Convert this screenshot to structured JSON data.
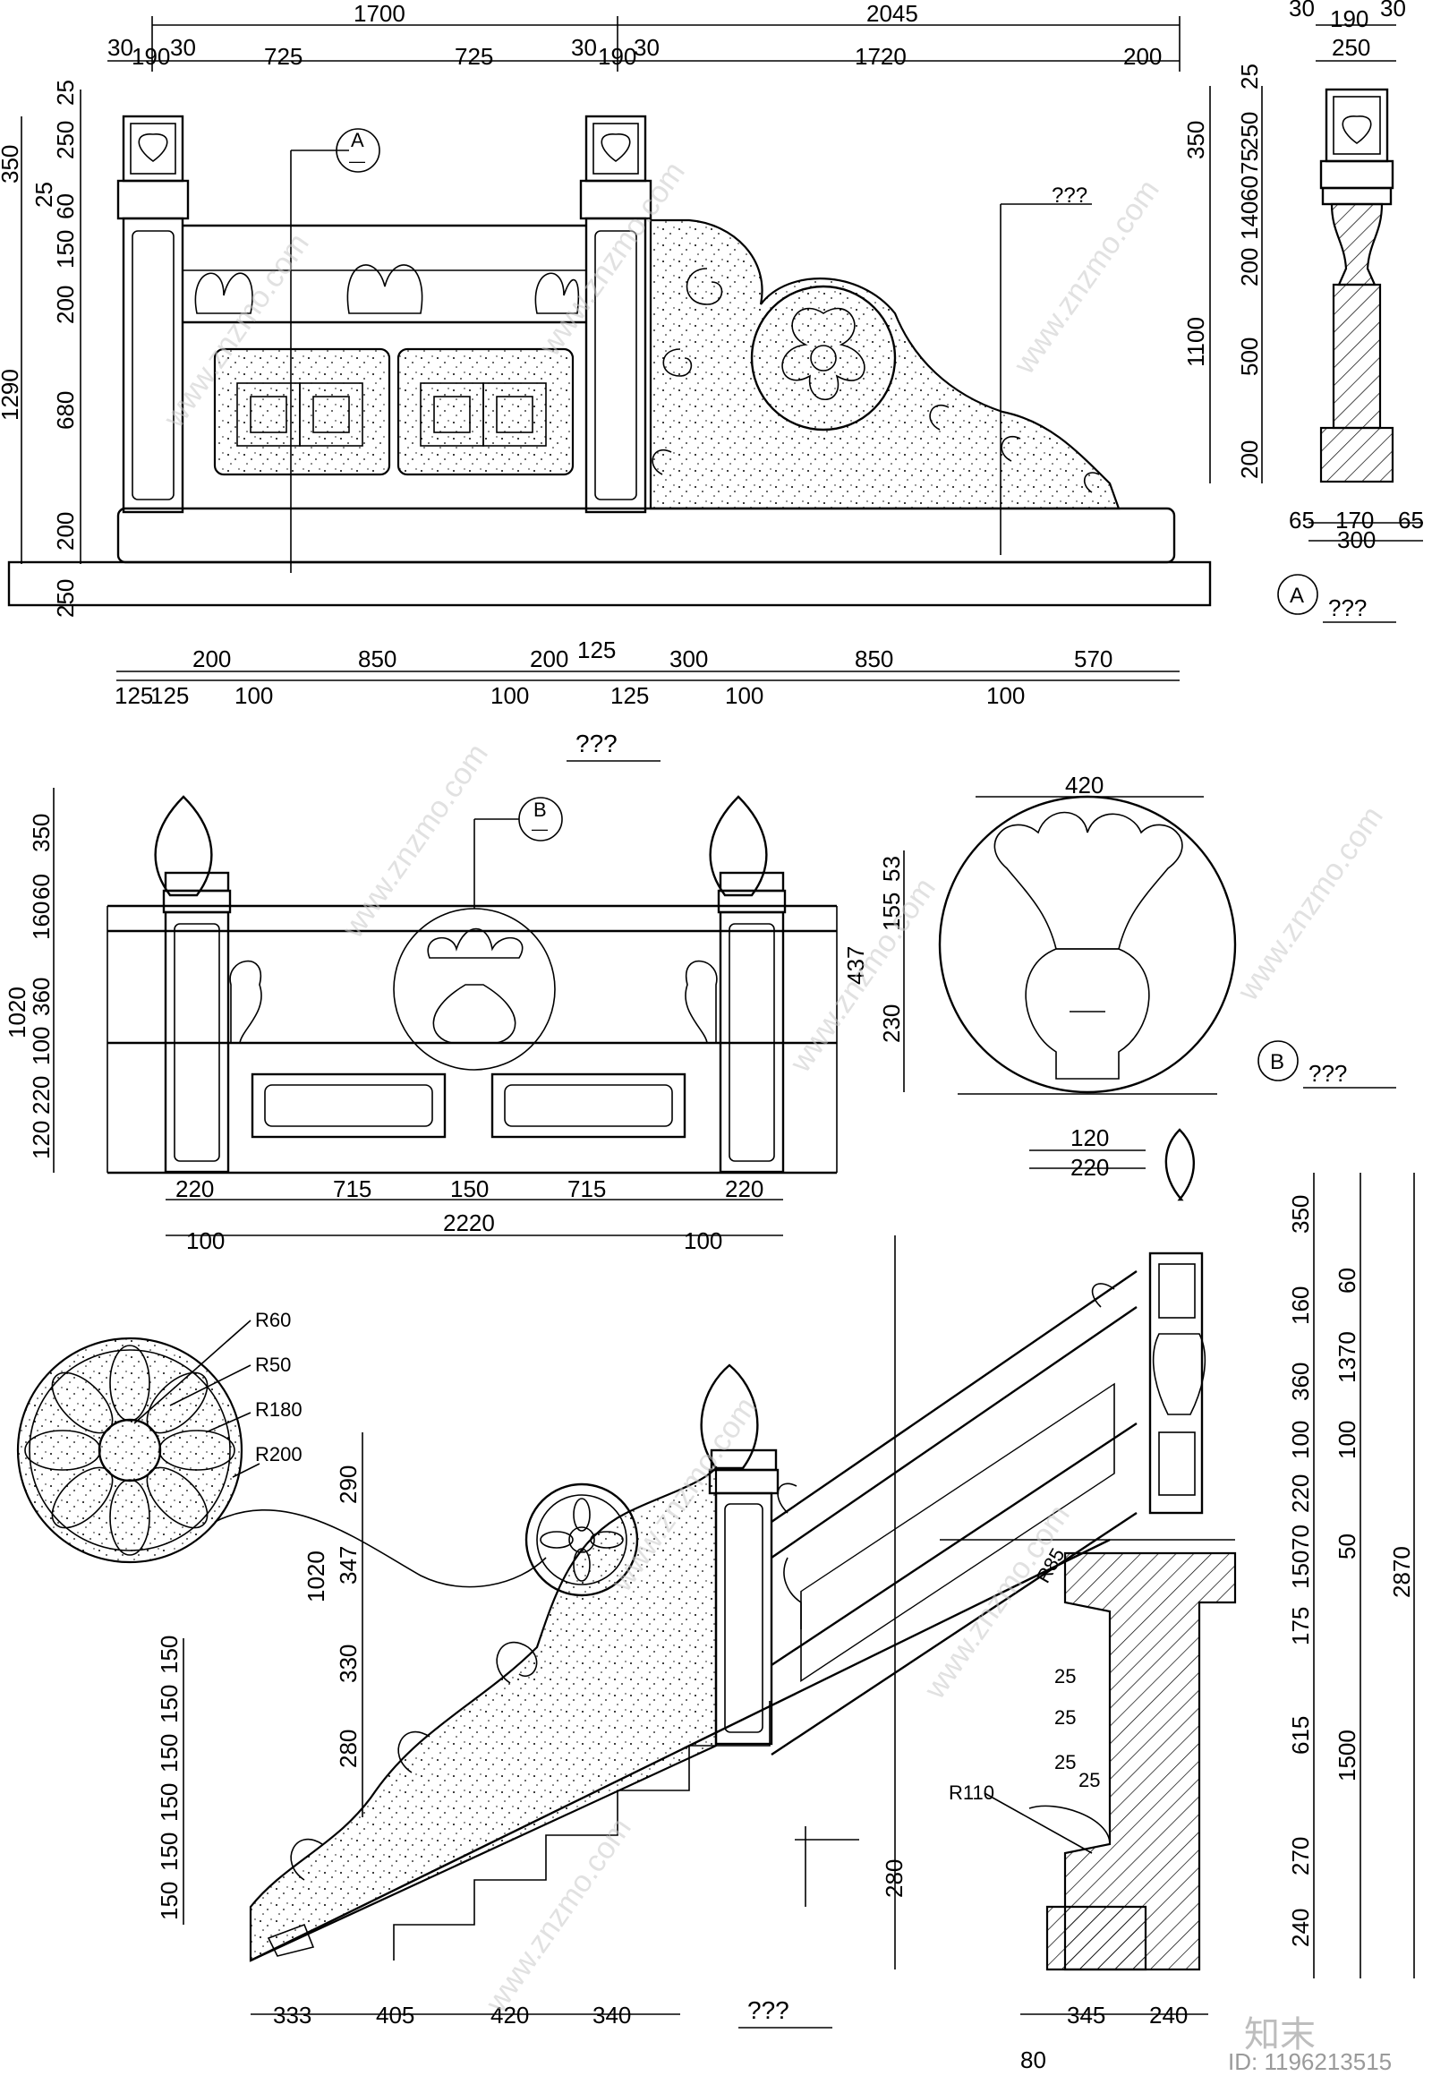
{
  "top_elevation": {
    "dims_top_row1": [
      "1700",
      "2045"
    ],
    "dims_top_row2": [
      "30",
      "190",
      "30",
      "725",
      "725",
      "30",
      "190",
      "30",
      "1720",
      "200"
    ],
    "dims_left": [
      "350",
      "250",
      "25",
      "25",
      "60",
      "150",
      "200",
      "680",
      "200",
      "250",
      "1290"
    ],
    "dims_bottom_row1": [
      "200",
      "850",
      "200",
      "125",
      "300",
      "850",
      "570"
    ],
    "dims_bottom_row2": [
      "125",
      "125",
      "100",
      "100",
      "125",
      "100",
      "100"
    ],
    "callout_a": "A",
    "callout_a_sub": "—",
    "note_right": "???",
    "caption": "???"
  },
  "section_a": {
    "dims_top": [
      "30",
      "190",
      "30",
      "250"
    ],
    "dims_left": [
      "25",
      "350",
      "250",
      "75",
      "60",
      "140",
      "200",
      "1100",
      "500",
      "200"
    ],
    "dims_bottom": [
      "65",
      "170",
      "65",
      "300"
    ],
    "label": "A",
    "caption": "???"
  },
  "middle_elevation": {
    "dims_left": [
      "350",
      "60",
      "160",
      "360",
      "100",
      "220",
      "120",
      "1020"
    ],
    "dims_right": [
      "53",
      "155",
      "437",
      "230"
    ],
    "dims_bottom_row1": [
      "220",
      "715",
      "150",
      "715",
      "220"
    ],
    "dims_bottom_row2": [
      "100",
      "2220",
      "100"
    ],
    "callout_b": "B",
    "callout_b_sub": "—"
  },
  "detail_b": {
    "dims_top": [
      "420"
    ],
    "dims_bottom": [
      "120",
      "220"
    ],
    "label": "B",
    "caption": "???"
  },
  "lotus_detail": {
    "radii": [
      "R60",
      "R50",
      "R180",
      "R200"
    ]
  },
  "stair_elevation": {
    "dims_left": [
      "290",
      "347",
      "1020",
      "330",
      "280"
    ],
    "dims_steps": [
      "150",
      "150",
      "150",
      "150",
      "150",
      "150"
    ],
    "dims_bottom": [
      "333",
      "405",
      "420",
      "340"
    ],
    "dim_step_height": "280",
    "caption": "???"
  },
  "stair_section": {
    "dims_right_inner": [
      "350",
      "160",
      "360",
      "100",
      "220",
      "70",
      "150",
      "175",
      "615",
      "270",
      "240"
    ],
    "dims_right_outer": [
      "60",
      "1370",
      "100",
      "50",
      "1500",
      "2870"
    ],
    "radii": [
      "R85",
      "R110"
    ],
    "small_dims": [
      "25",
      "25",
      "25",
      "25"
    ],
    "dims_bottom": [
      "345",
      "240",
      "80"
    ]
  },
  "watermark": "www.znzmo.com",
  "brand_text": "知末",
  "id_text": "ID: 1196213515"
}
